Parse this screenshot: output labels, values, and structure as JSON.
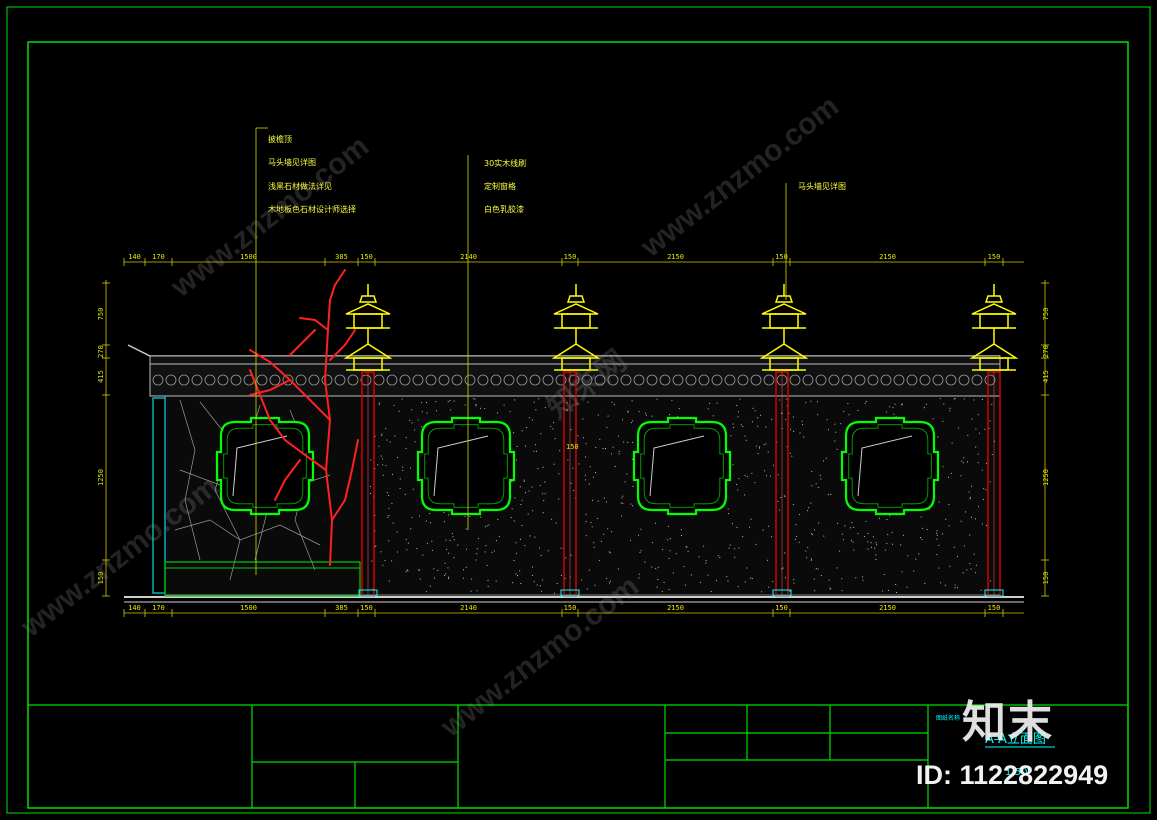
{
  "drawing": {
    "notes_left": [
      "披檐顶",
      "马头墙见详图",
      "浅黑石材做法详见",
      "木地板色石材设计师选择"
    ],
    "notes_middle": [
      "30实木线刷",
      "定制窗格",
      "白色乳胶漆"
    ],
    "note_right": "马头墙见详图",
    "dims_top": [
      "140",
      "170",
      "1500",
      "385",
      "150",
      "2140",
      "150",
      "2150",
      "150",
      "2150",
      "150"
    ],
    "dims_bottom": [
      "140",
      "170",
      "1500",
      "385",
      "150",
      "2140",
      "150",
      "2150",
      "150",
      "2150",
      "150"
    ],
    "dims_left": [
      "750",
      "270",
      "415",
      "1250",
      "150"
    ],
    "dims_right": [
      "750",
      "270",
      "415",
      "1250",
      "150"
    ],
    "pillar_dim": "150"
  },
  "title_block": {
    "drawing_title": "A-A立面图",
    "small_label": "图纸名称",
    "scale": "1:50"
  },
  "watermark": {
    "logo": "知末",
    "id": "ID: 1122822949",
    "site": "www.znzmo.com",
    "site_cn": "知末网"
  },
  "colors": {
    "frame": "#00e000",
    "dim": "#e8e800",
    "wall": "#888888",
    "column": "#e00000",
    "window": "#00ff00",
    "tree": "#ff2020"
  }
}
